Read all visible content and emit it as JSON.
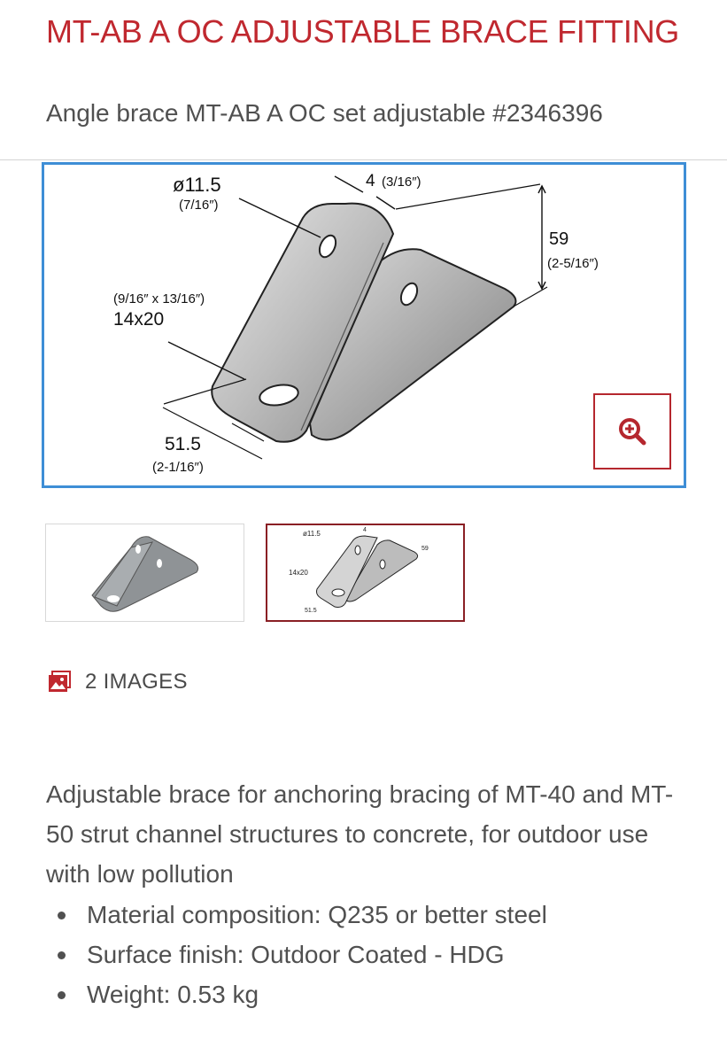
{
  "product": {
    "title": "MT-AB A OC ADJUSTABLE BRACE FITTING",
    "subtitle": "Angle brace MT-AB A OC set adjustable #2346396"
  },
  "drawing": {
    "hole_dia": "ø11.5",
    "hole_dia_in": "(7/16″)",
    "thickness": "4",
    "thickness_in": "(3/16″)",
    "height": "59",
    "height_in": "(2-5/16″)",
    "slot_in": "(9/16″ x 13/16″)",
    "slot": "14x20",
    "width": "51.5",
    "width_in": "(2-1/16″)"
  },
  "gallery": {
    "count_label": "2 IMAGES",
    "selected_index": 2
  },
  "description": {
    "text": "Adjustable brace for anchoring bracing of MT-40 and MT-50 strut channel structures to concrete, for outdoor use with low pollution",
    "specs": [
      "Material composition: Q235 or better steel",
      "Surface finish: Outdoor Coated - HDG",
      "Weight: 0.53 kg"
    ]
  },
  "colors": {
    "brand_red": "#c0282f",
    "selected_border": "#3e8ed6",
    "text": "#505050"
  },
  "icons": [
    "zoom-in-icon",
    "images-icon"
  ]
}
